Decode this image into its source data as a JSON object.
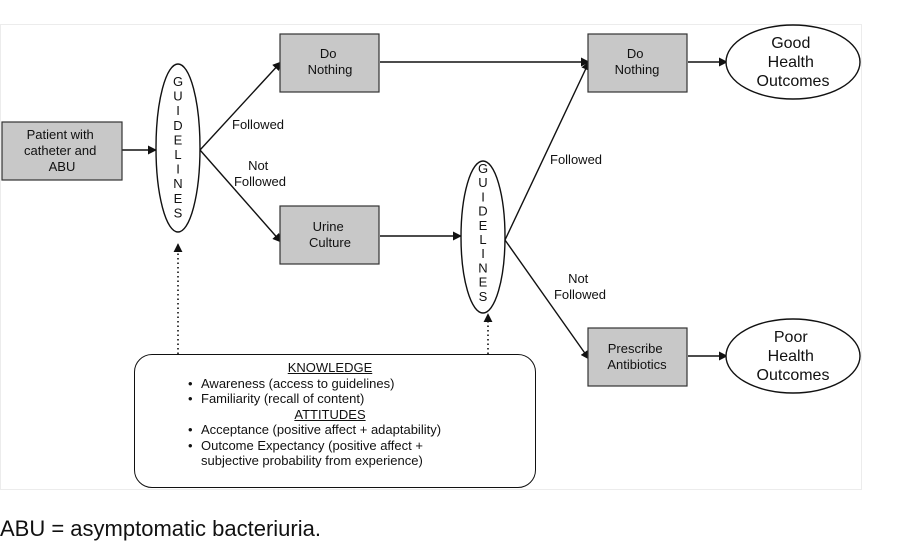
{
  "nodes": {
    "patient": [
      "Patient with",
      "catheter and",
      "ABU"
    ],
    "do_nothing_1": [
      "Do",
      "Nothing"
    ],
    "urine_culture": [
      "Urine",
      "Culture"
    ],
    "do_nothing_2": [
      "Do",
      "Nothing"
    ],
    "prescribe": [
      "Prescribe",
      "Antibiotics"
    ],
    "good": [
      "Good",
      "Health",
      "Outcomes"
    ],
    "poor": [
      "Poor",
      "Health",
      "Outcomes"
    ],
    "guidelines_letters": [
      "G",
      "U",
      "I",
      "D",
      "E",
      "L",
      "I",
      "N",
      "E",
      "S"
    ]
  },
  "edges": {
    "followed_1": "Followed",
    "not_followed_1": [
      "Not",
      "Followed"
    ],
    "followed_2": "Followed",
    "not_followed_2": [
      "Not",
      "Followed"
    ]
  },
  "factors": {
    "knowledge_title": "KNOWLEDGE",
    "knowledge_items": [
      "Awareness (access to guidelines)",
      "Familiarity (recall of content)"
    ],
    "attitudes_title": "ATTITUDES",
    "attitudes_items": [
      [
        "Acceptance (positive affect + adaptability)"
      ],
      [
        "Outcome Expectancy (positive affect +",
        "subjective probability from experience)"
      ]
    ]
  },
  "caption": "ABU = asymptomatic bacteriuria."
}
